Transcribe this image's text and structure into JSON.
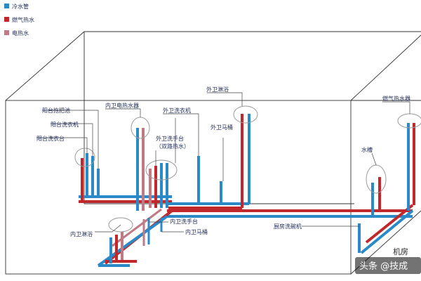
{
  "legend": [
    {
      "label": "冷水管",
      "color": "#2a8ac8"
    },
    {
      "label": "燃气热水",
      "color": "#c0282c"
    },
    {
      "label": "电热水",
      "color": "#c07a86"
    }
  ],
  "labels": {
    "balcony_mop": "阳台拖把池",
    "balcony_washer": "阳台洗衣机",
    "balcony_basin": "阳台洗衣台",
    "inner_bath_heater": "内卫电热水器",
    "outer_bath_shower": "外卫淋浴",
    "outer_bath_washer": "外卫洗衣机",
    "outer_bath_basin": "外卫洗手台",
    "outer_bath_basin_note": "（双路热水）",
    "outer_bath_toilet": "外卫马桶",
    "gas_heater": "燃气热水器",
    "faucet": "水槽",
    "inner_bath_shower": "内卫淋浴",
    "inner_bath_basin": "内卫洗手台",
    "inner_bath_toilet": "内卫马桶",
    "kitchen_dishwasher": "厨房洗碗机"
  },
  "watermark": {
    "text": "头条 @技成",
    "small": "机房"
  },
  "colors": {
    "cold": "#2a8ac8",
    "gas_hot": "#c0282c",
    "elec_hot": "#c07a86",
    "frame": "#333333",
    "leader": "#444444"
  }
}
